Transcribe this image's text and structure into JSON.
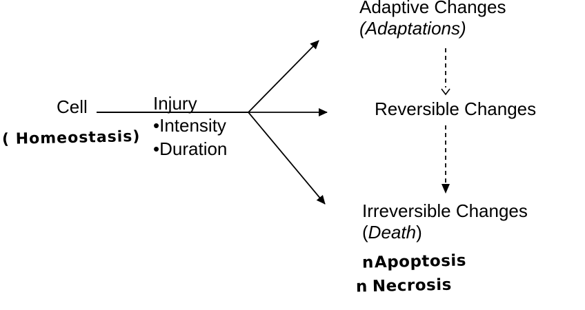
{
  "colors": {
    "ink": "#000000",
    "background": "#ffffff"
  },
  "diagram": {
    "cell": {
      "label": "Cell",
      "annotation": "( Homeostasis)"
    },
    "injury": {
      "label": "Injury",
      "bullet_char": "•",
      "bullets": [
        "Intensity",
        "Duration"
      ]
    },
    "outcomes": {
      "adaptive": {
        "title": "Adaptive Changes",
        "subtitle": "(Adaptations)"
      },
      "reversible": {
        "title": "Reversible Changes"
      },
      "irreversible": {
        "title": "Irreversible Changes",
        "subtitle_open": "(",
        "subtitle_word": "Death",
        "subtitle_close": ")"
      }
    },
    "handwritten_notes": [
      {
        "bullet": "n",
        "label": "Apoptosis"
      },
      {
        "bullet": "n",
        "label": "Necrosis"
      }
    ]
  }
}
